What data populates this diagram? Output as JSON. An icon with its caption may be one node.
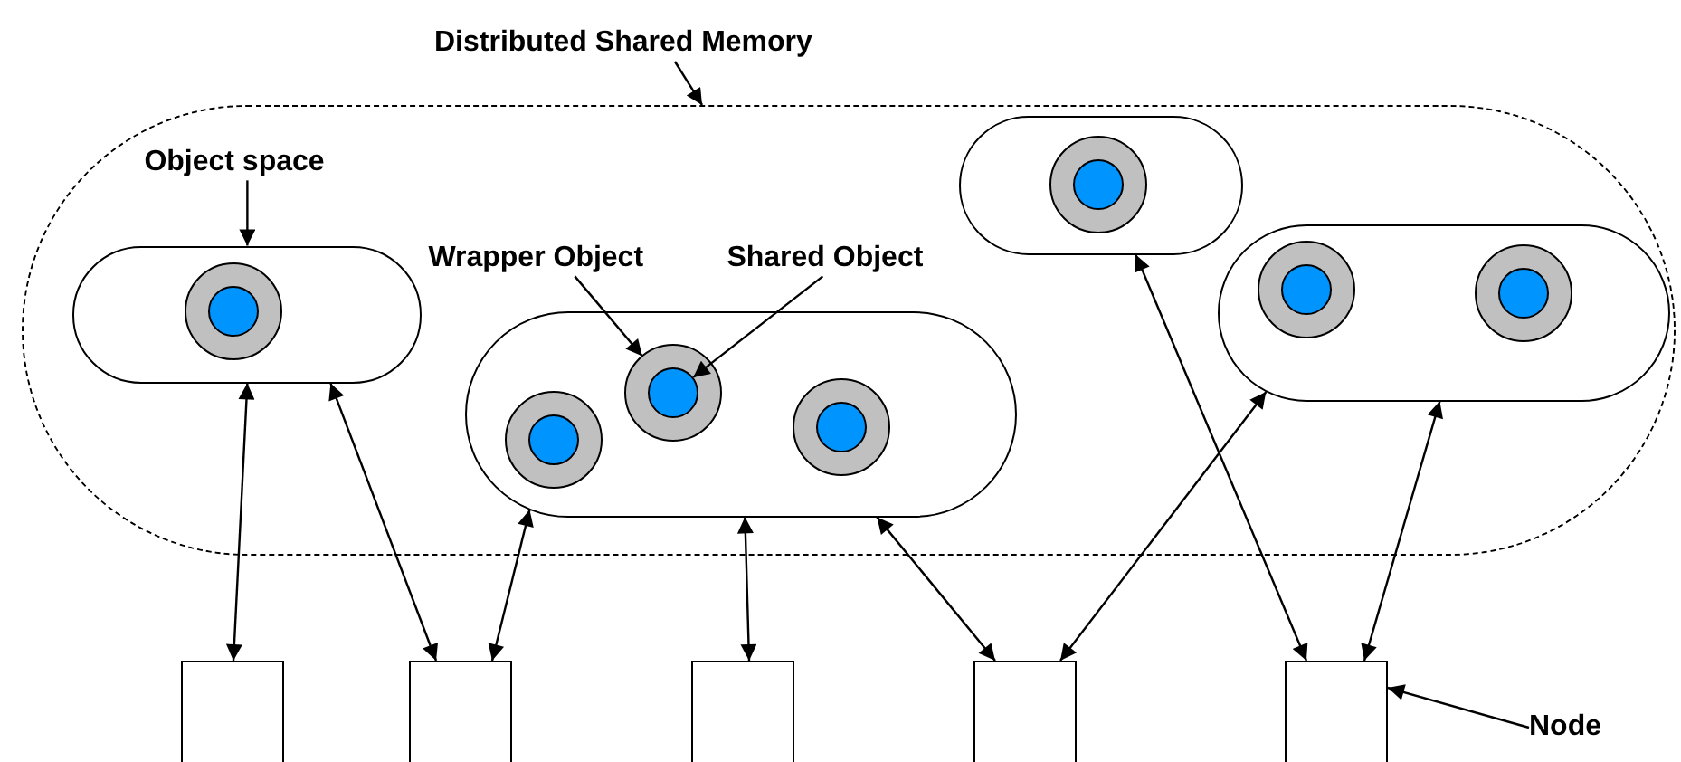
{
  "diagram": {
    "nodes": [
      {
        "text": [
          "Distributed Shared Memory"
        ]
      },
      {
        "text": [],
        "shape": "box"
      },
      {
        "text": [
          "Object space"
        ],
        "in": 1
      },
      {
        "text": [
          "Wrapper Object"
        ],
        "in": 1
      },
      {
        "text": [
          "Shared Object"
        ],
        "in": 1
      },
      {
        "text": [],
        "shape": "box",
        "in": 1
      },
      {
        "text": [],
        "shape": "circle",
        "in": 5
      },
      {
        "text": [],
        "shape": "circle",
        "in": 6
      },
      {
        "text": [],
        "shape": "box",
        "in": 1
      },
      {
        "text": [],
        "shape": "circle",
        "in": 8
      },
      {
        "text": [],
        "shape": "circle",
        "in": 9
      },
      {
        "text": [],
        "shape": "box",
        "in": 1
      },
      {
        "text": [],
        "shape": "circle",
        "in": 11
      },
      {
        "text": [],
        "shape": "circle",
        "in": 12
      },
      {
        "text": [],
        "shape": "circle",
        "in": 11
      },
      {
        "text": [],
        "shape": "circle",
        "in": 14
      },
      {
        "text": [],
        "shape": "box",
        "in": 1
      },
      {
        "text": [],
        "shape": "circle",
        "in": 16
      },
      {
        "text": [],
        "shape": "circle",
        "in": 17
      },
      {
        "text": [],
        "shape": "circle",
        "in": 16
      },
      {
        "text": [],
        "shape": "circle",
        "in": 19
      },
      {
        "text": [],
        "shape": "circle",
        "in": 16
      },
      {
        "text": [],
        "shape": "circle",
        "in": 21
      },
      {
        "text": [],
        "shape": "box"
      },
      {
        "text": [],
        "shape": "box"
      },
      {
        "text": [],
        "shape": "box"
      },
      {
        "text": [],
        "shape": "box"
      },
      {
        "text": [],
        "shape": "box"
      },
      {
        "text": [
          "Node"
        ]
      }
    ],
    "edges": [
      {
        "from": 0,
        "to": 1,
        "arrow": "to"
      },
      {
        "from": 2,
        "to": 8,
        "arrow": "to"
      },
      {
        "from": 3,
        "to": 19,
        "arrow": "to"
      },
      {
        "from": 4,
        "to": 20,
        "arrow": "to"
      },
      {
        "from": 28,
        "to": 27,
        "arrow": "to"
      },
      {
        "from": 23,
        "to": 8,
        "arrow": "both"
      },
      {
        "from": 24,
        "to": 8,
        "arrow": "both"
      },
      {
        "from": 24,
        "to": 16,
        "arrow": "both"
      },
      {
        "from": 25,
        "to": 16,
        "arrow": "both"
      },
      {
        "from": 26,
        "to": 16,
        "arrow": "both"
      },
      {
        "from": 26,
        "to": 11,
        "arrow": "both"
      },
      {
        "from": 27,
        "to": 5,
        "arrow": "both"
      },
      {
        "from": 27,
        "to": 11,
        "arrow": "both"
      }
    ]
  }
}
